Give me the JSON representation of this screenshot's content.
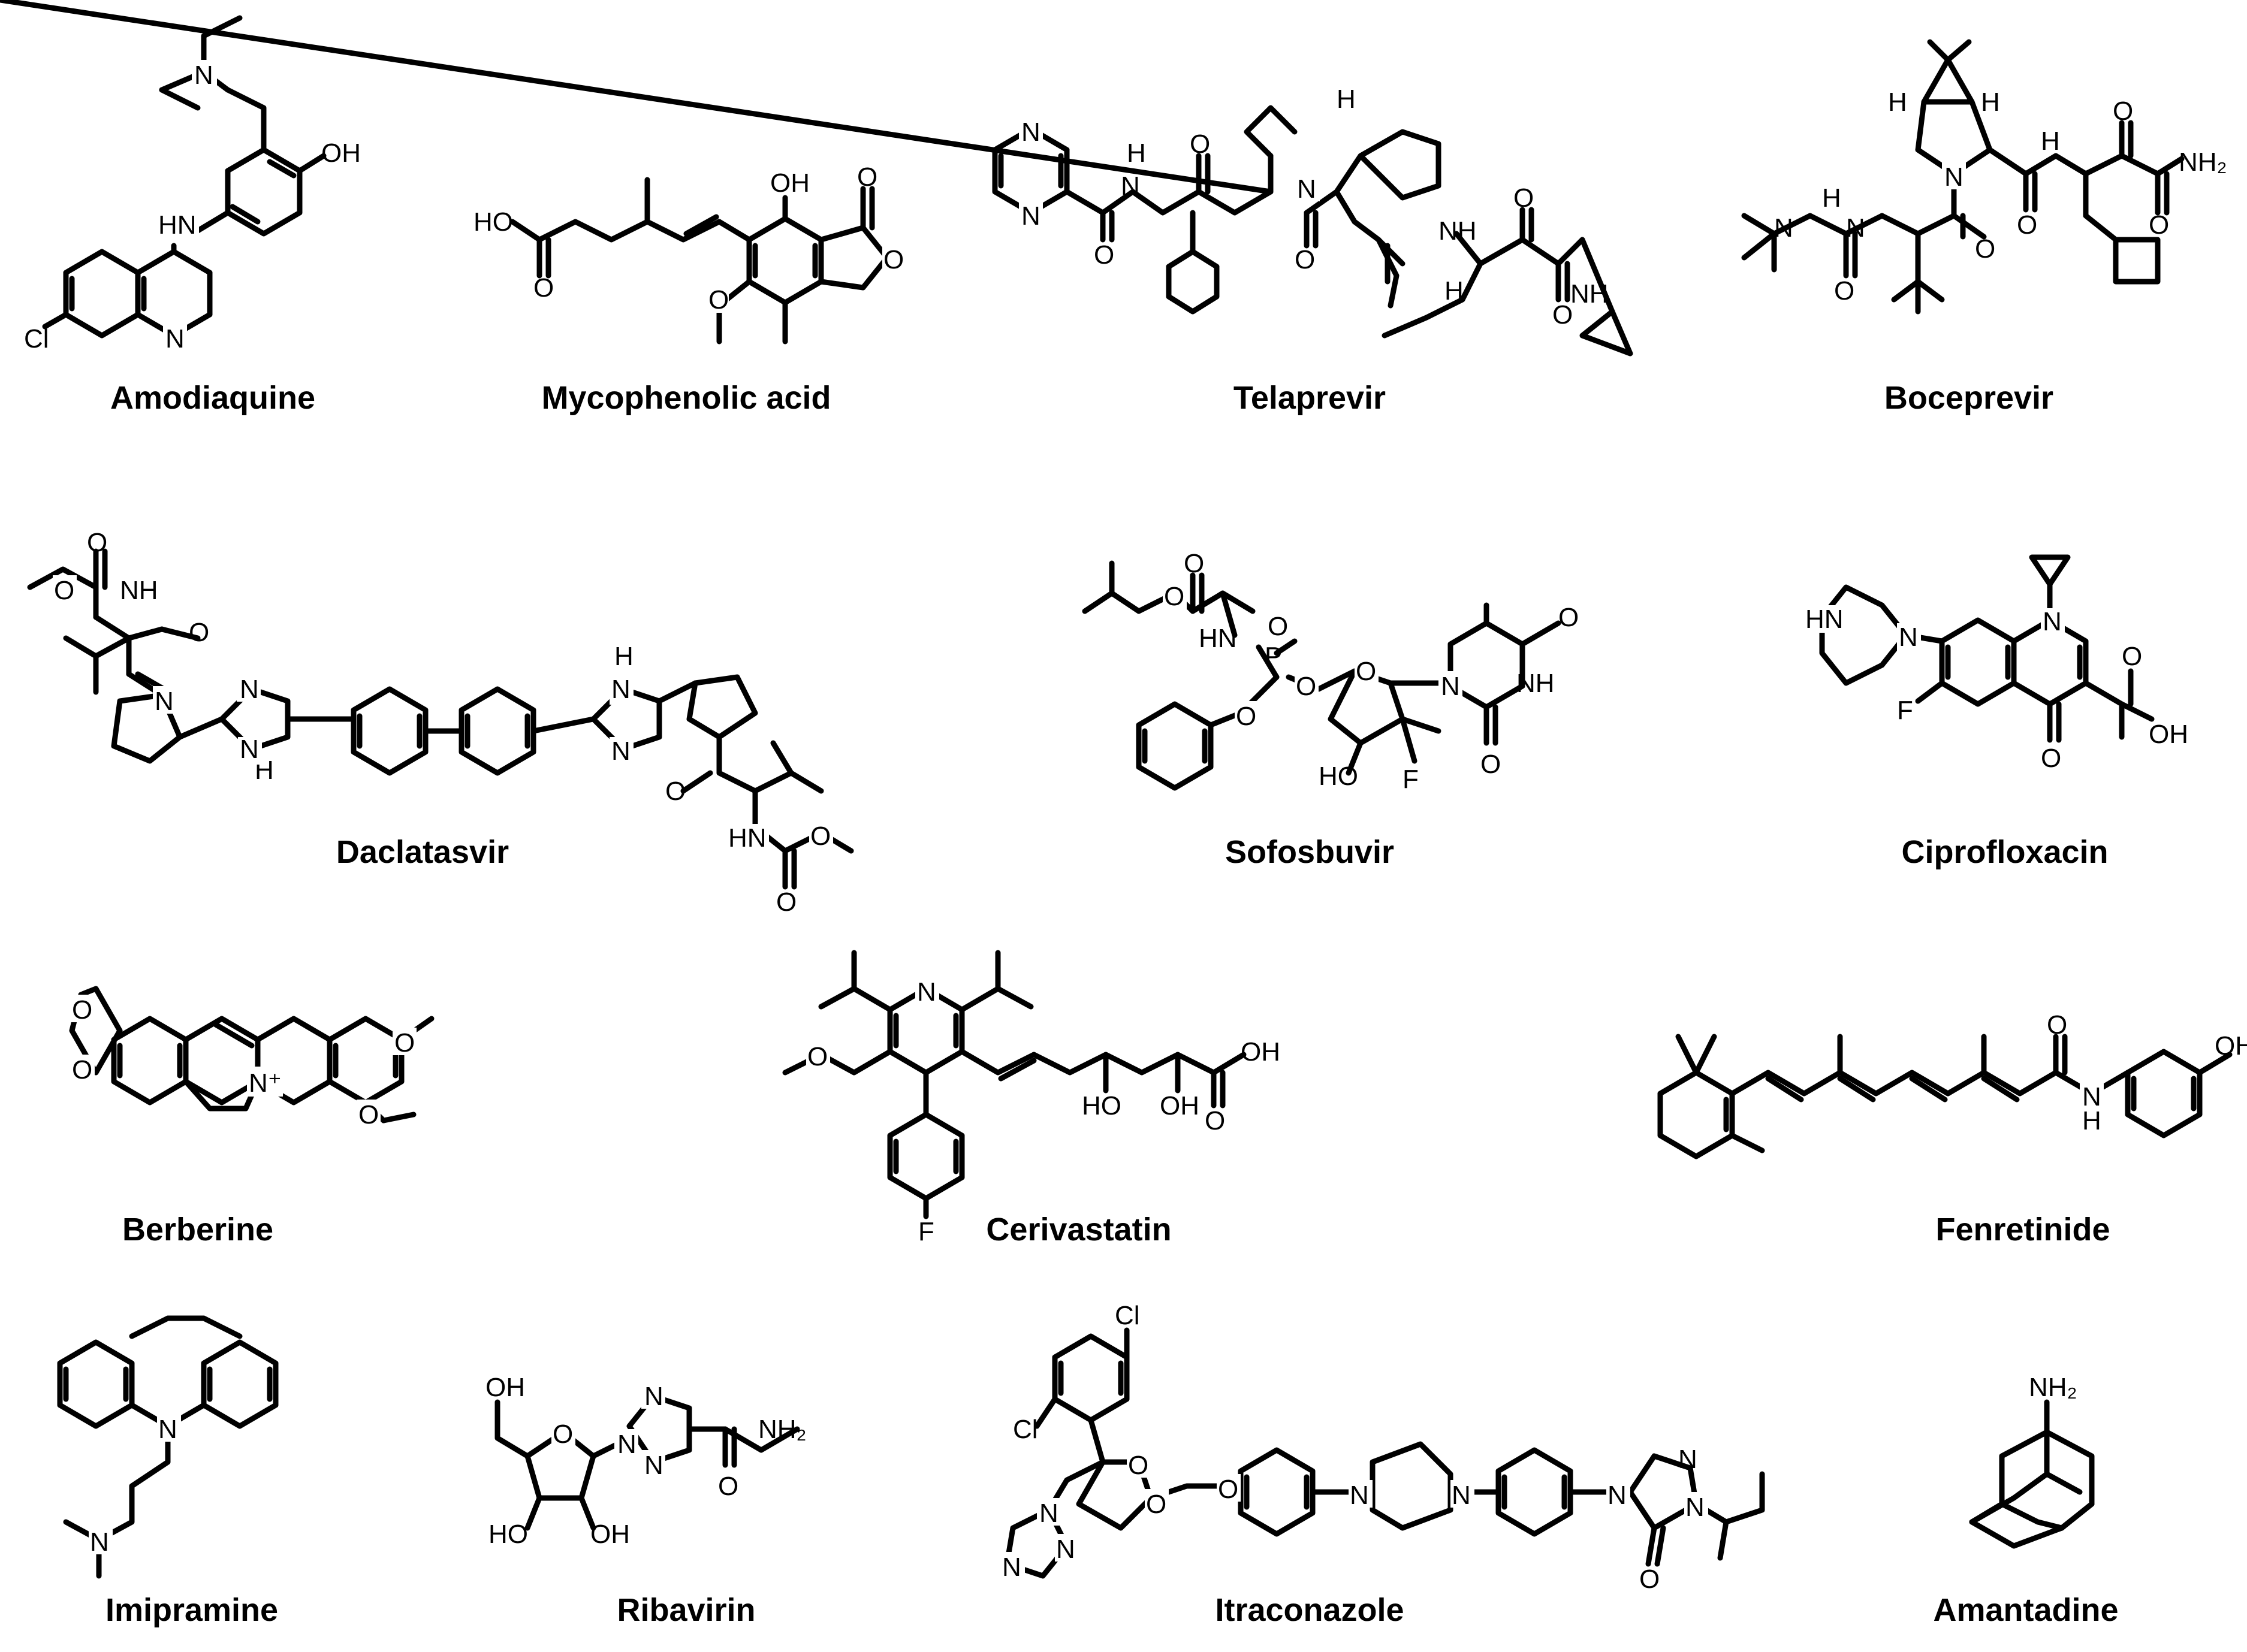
{
  "colors": {
    "ink": "#000000",
    "background": "#ffffff"
  },
  "compounds": [
    {
      "name": "Amodiaquine",
      "atoms": [
        "N",
        "OH",
        "HN",
        "Cl",
        "N"
      ]
    },
    {
      "name": "Mycophenolic acid",
      "atoms": [
        "HO",
        "O",
        "OH",
        "O",
        "O",
        "O"
      ]
    },
    {
      "name": "Telaprevir",
      "atoms": [
        "N",
        "N",
        "H",
        "N",
        "O",
        "O",
        "N",
        "H",
        "NH",
        "O",
        "O",
        "H",
        "O",
        "NH"
      ]
    },
    {
      "name": "Boceprevir",
      "atoms": [
        "H",
        "H",
        "O",
        "NH₂",
        "H",
        "N",
        "H",
        "N",
        "N",
        "O",
        "O",
        "O",
        "O"
      ]
    },
    {
      "name": "Daclatasvir",
      "atoms": [
        "O",
        "O",
        "NH",
        "O",
        "N",
        "N",
        "H",
        "N",
        "H",
        "N",
        "N",
        "O",
        "HN",
        "O",
        "O"
      ]
    },
    {
      "name": "Sofosbuvir",
      "atoms": [
        "O",
        "O",
        "HN",
        "P",
        "O",
        "O",
        "O",
        "O",
        "N",
        "O",
        "NH",
        "O",
        "HO",
        "F"
      ]
    },
    {
      "name": "Ciprofloxacin",
      "atoms": [
        "HN",
        "N",
        "N",
        "F",
        "O",
        "O",
        "OH"
      ]
    },
    {
      "name": "Berberine",
      "atoms": [
        "O",
        "O",
        "N⁺",
        "O",
        "O"
      ]
    },
    {
      "name": "Cerivastatin",
      "atoms": [
        "N",
        "O",
        "HO",
        "OH",
        "O",
        "OH",
        "F"
      ]
    },
    {
      "name": "Fenretinide",
      "atoms": [
        "O",
        "OH",
        "N",
        "H"
      ]
    },
    {
      "name": "Imipramine",
      "atoms": [
        "N",
        "N"
      ]
    },
    {
      "name": "Ribavirin",
      "atoms": [
        "OH",
        "O",
        "N",
        "N",
        "N",
        "NH₂",
        "O",
        "HO",
        "OH"
      ]
    },
    {
      "name": "Itraconazole",
      "atoms": [
        "Cl",
        "Cl",
        "O",
        "O",
        "O",
        "N",
        "N",
        "N",
        "N",
        "N",
        "N",
        "N",
        "N",
        "O"
      ]
    },
    {
      "name": "Amantadine",
      "atoms": [
        "NH₂"
      ]
    }
  ]
}
